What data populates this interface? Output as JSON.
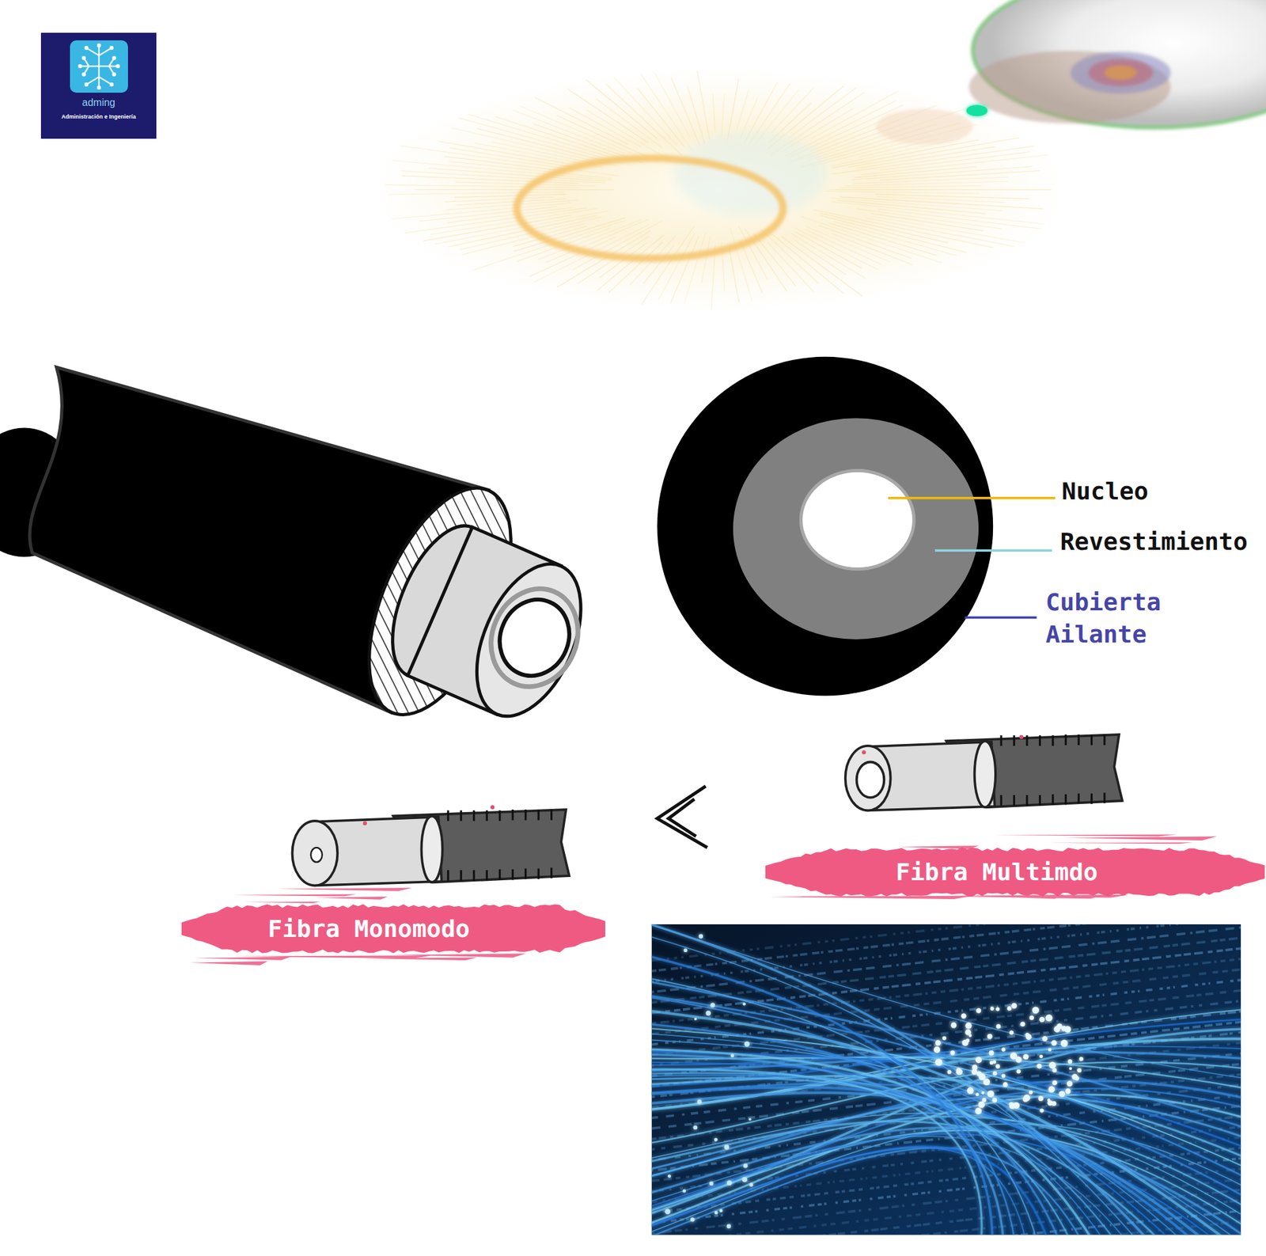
{
  "diagram": {
    "nodes": [
      {
        "text": [
          "adming",
          "Administración e Ingeniería"
        ]
      },
      {
        "text": [
          "Fibra Multimdo"
        ]
      },
      {
        "text": [
          "Fibra Monomodo"
        ]
      }
    ],
    "labels": [
      "Nucleo",
      "Revestimiento",
      "Cubierta Ailante"
    ]
  }
}
